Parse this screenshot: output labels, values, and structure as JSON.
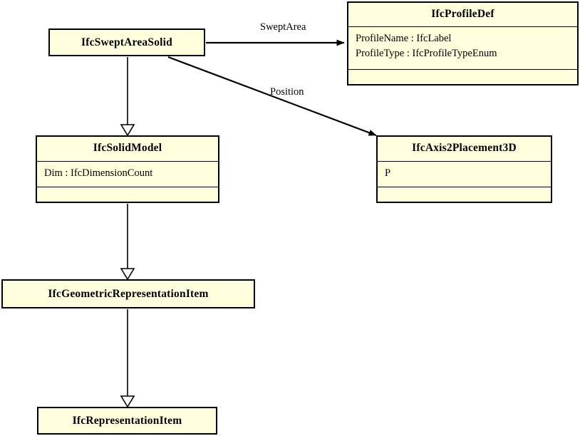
{
  "diagram": {
    "title": "IFC Swept Area Solid class hierarchy",
    "type": "uml-class-diagram",
    "background_color": "#ffffff",
    "class_fill_color": "#ffffdd",
    "class_border_color": "#000000",
    "line_color": "#000000"
  },
  "classes": [
    {
      "id": "sweptareasolid",
      "name": "IfcSweptAreaSolid",
      "attributes": [],
      "operations": [],
      "compartments": 1
    },
    {
      "id": "profiledef",
      "name": "IfcProfileDef",
      "attributes": [
        "ProfileName :  IfcLabel",
        "ProfileType :  IfcProfileTypeEnum"
      ],
      "operations": [],
      "compartments": 3
    },
    {
      "id": "solidmodel",
      "name": "IfcSolidModel",
      "attributes": [
        "Dim :  IfcDimensionCount"
      ],
      "operations": [],
      "compartments": 3
    },
    {
      "id": "axis2placement3d",
      "name": "IfcAxis2Placement3D",
      "attributes": [
        "P"
      ],
      "operations": [],
      "compartments": 3
    },
    {
      "id": "geometricrepresentationitem",
      "name": "IfcGeometricRepresentationItem",
      "attributes": [],
      "operations": [],
      "compartments": 1
    },
    {
      "id": "representationitem",
      "name": "IfcRepresentationItem",
      "attributes": [],
      "operations": [],
      "compartments": 1
    }
  ],
  "relationships": [
    {
      "id": "sweptarea",
      "label": "SweptArea",
      "kind": "association",
      "arrowhead": "filled",
      "from": "sweptareasolid",
      "to": "profiledef"
    },
    {
      "id": "position",
      "label": "Position",
      "kind": "association",
      "arrowhead": "filled",
      "from": "sweptareasolid",
      "to": "axis2placement3d"
    },
    {
      "id": "gen-swept-solidmodel",
      "label": "",
      "kind": "generalization",
      "arrowhead": "hollow-triangle",
      "from": "sweptareasolid",
      "to": "solidmodel"
    },
    {
      "id": "gen-solidmodel-geomrep",
      "label": "",
      "kind": "generalization",
      "arrowhead": "hollow-triangle",
      "from": "solidmodel",
      "to": "geometricrepresentationitem"
    },
    {
      "id": "gen-geomrep-repitem",
      "label": "",
      "kind": "generalization",
      "arrowhead": "hollow-triangle",
      "from": "geometricrepresentationitem",
      "to": "representationitem"
    }
  ]
}
